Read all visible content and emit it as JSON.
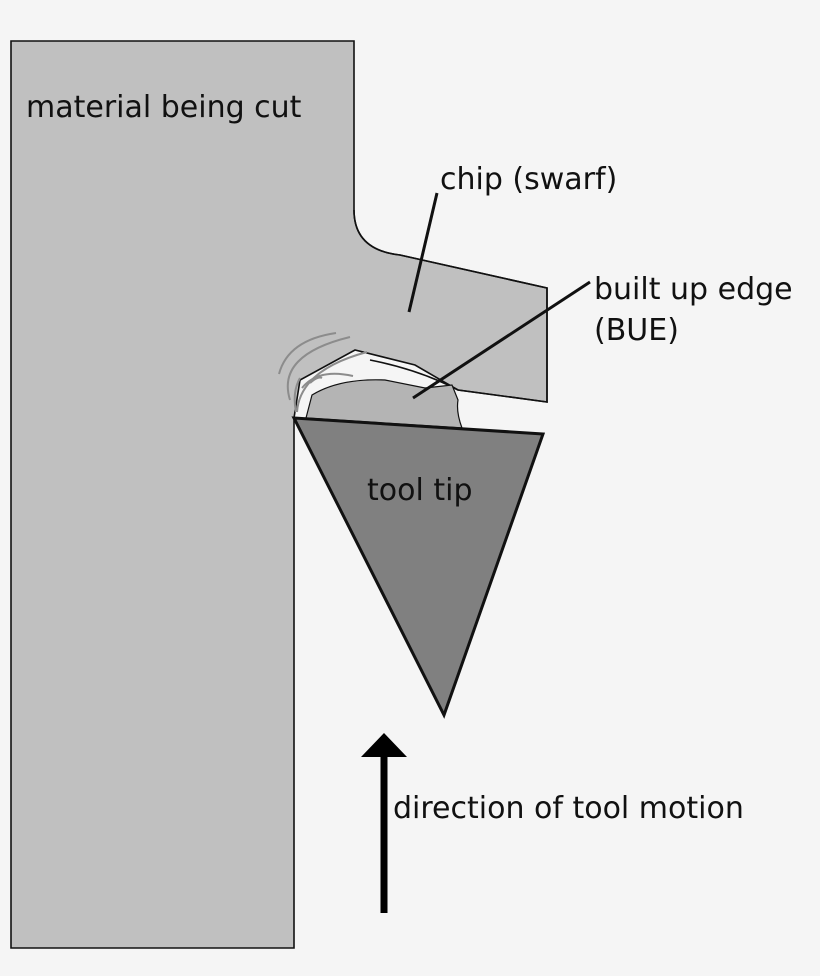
{
  "labels": {
    "material": "material being cut",
    "chip": "chip (swarf)",
    "bue_line1": "built up edge",
    "bue_line2": "(BUE)",
    "tool_tip": "tool tip",
    "direction": "direction of tool motion"
  },
  "colors": {
    "background": "#f5f5f5",
    "material_fill": "#c0c0c0",
    "chip_fill": "#c0c0c0",
    "bue_fill": "#b0b0b0",
    "tool_fill": "#808080",
    "stroke": "#111111",
    "stress_lines": "#8c8c8c"
  },
  "arrow": {
    "direction": "up"
  }
}
